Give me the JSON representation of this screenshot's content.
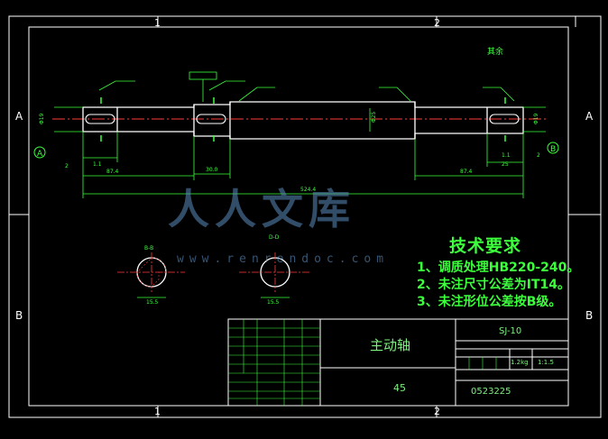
{
  "sheet": {
    "zone_cols": [
      "1",
      "2"
    ],
    "zone_rows": [
      "A",
      "B"
    ],
    "corner_note": "其余"
  },
  "drawing": {
    "datum_a": "A",
    "datum_b": "B",
    "section_left_label": "B-B",
    "section_right_label": "D-D",
    "dims": {
      "total_length": "524.4",
      "left_length": "87.4",
      "right_length": "87.4",
      "mid_length": "30.0",
      "left_dia": "Φ19",
      "right_dia": "Φ19",
      "mid_dia": "Φ25",
      "step_left": "1.1",
      "step_right": "25",
      "chamfer_left": "2",
      "chamfer_right": "2",
      "sec_left_w": "15.5",
      "sec_right_w": "15.5"
    }
  },
  "tech_requirements": {
    "title": "技术要求",
    "items": [
      "1、调质处理HB220-240。",
      "2、未注尺寸公差为IT14。",
      "3、未注形位公差按B级。"
    ]
  },
  "title_block": {
    "part_name": "主动轴",
    "material": "45",
    "drawing_no": "SJ-10",
    "scale": "1:1.5",
    "weight": "1.2kg",
    "code": "0523225"
  },
  "watermark": {
    "text": "人人文库",
    "url": "www.renrendoc.com"
  },
  "colors": {
    "frame": "#ffffff",
    "part": "#ffffff",
    "dim": "#3cff3c",
    "center": "#ff3c3c",
    "dim_blue": "#4aa0ff"
  }
}
